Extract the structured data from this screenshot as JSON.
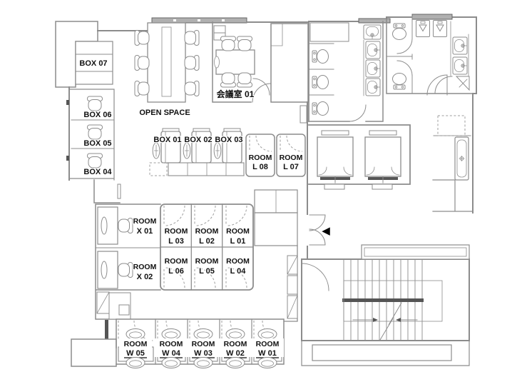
{
  "colors": {
    "wall_line": "#8c8c8c",
    "dark_fill": "#555555",
    "window_band": "#b0b0b0",
    "text": "#111111",
    "background": "#ffffff"
  },
  "labels": {
    "box07": "BOX 07",
    "box06": "BOX 06",
    "box05": "BOX 05",
    "box04": "BOX 04",
    "box01": "BOX 01",
    "box02": "BOX 02",
    "box03": "BOX 03",
    "open_space": "OPEN SPACE",
    "meeting_room": "会議室 01"
  },
  "rooms": {
    "l01": [
      "ROOM",
      "L 01"
    ],
    "l02": [
      "ROOM",
      "L 02"
    ],
    "l03": [
      "ROOM",
      "L 03"
    ],
    "l04": [
      "ROOM",
      "L 04"
    ],
    "l05": [
      "ROOM",
      "L 05"
    ],
    "l06": [
      "ROOM",
      "L 06"
    ],
    "l07": [
      "ROOM",
      "L 07"
    ],
    "l08": [
      "ROOM",
      "L 08"
    ],
    "x01": [
      "ROOM",
      "X 01"
    ],
    "x02": [
      "ROOM",
      "X 02"
    ],
    "w01": [
      "ROOM",
      "W 01"
    ],
    "w02": [
      "ROOM",
      "W 02"
    ],
    "w03": [
      "ROOM",
      "W 03"
    ],
    "w04": [
      "ROOM",
      "W 04"
    ],
    "w05": [
      "ROOM",
      "W 05"
    ]
  },
  "icons": {
    "entrance_arrow": "◀"
  }
}
